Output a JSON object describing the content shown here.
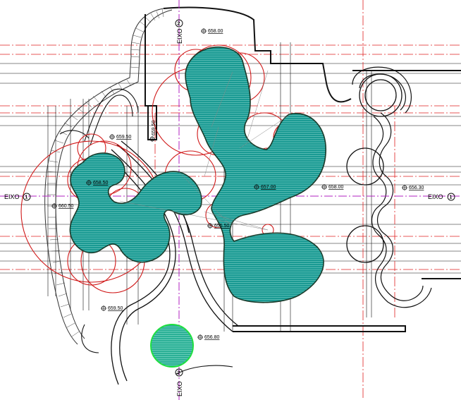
{
  "colors": {
    "pond_fill": "#1a9a93",
    "pond_outline": "#1b3a2a",
    "tree_circle": "#d01818",
    "dash_line": "#e02020",
    "axis_line": "#b020c0",
    "lawn_fill": "#2bb096",
    "lawn_outline": "#20e040",
    "ink": "#111111"
  },
  "axes": {
    "horizontal": {
      "label": "EIXO",
      "number": "1"
    },
    "vertical": {
      "label": "EIXO",
      "number": "2"
    }
  },
  "elevations": [
    "658.00",
    "659.50",
    "659.50",
    "658.50",
    "660.50",
    "657.00",
    "658.00",
    "656.30",
    "655.50",
    "659.50",
    "656.80"
  ]
}
